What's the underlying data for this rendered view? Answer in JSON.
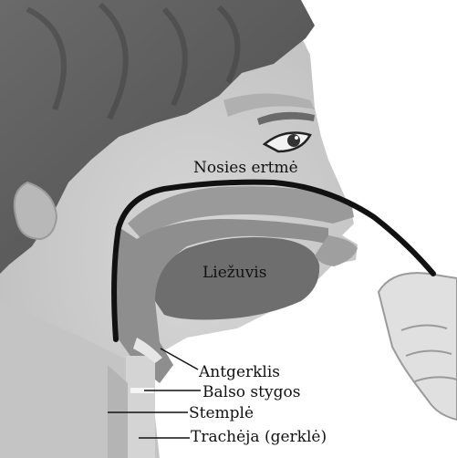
{
  "diagram": {
    "labels": {
      "nasal_cavity": "Nosies ertmė",
      "tongue": "Liežuvis",
      "epiglottis": "Antgerklis",
      "vocal_cords": "Balso stygos",
      "esophagus": "Stemplė",
      "trachea": "Trachėja (gerklė)"
    }
  },
  "colors": {
    "hair": "#5a5a5a",
    "skin": "#cfcfcf",
    "skin_dark": "#a9a9a9",
    "cavity": "#9a9a9a",
    "tongue": "#6e6e6e",
    "tube": "#111111",
    "background": "#ffffff"
  }
}
